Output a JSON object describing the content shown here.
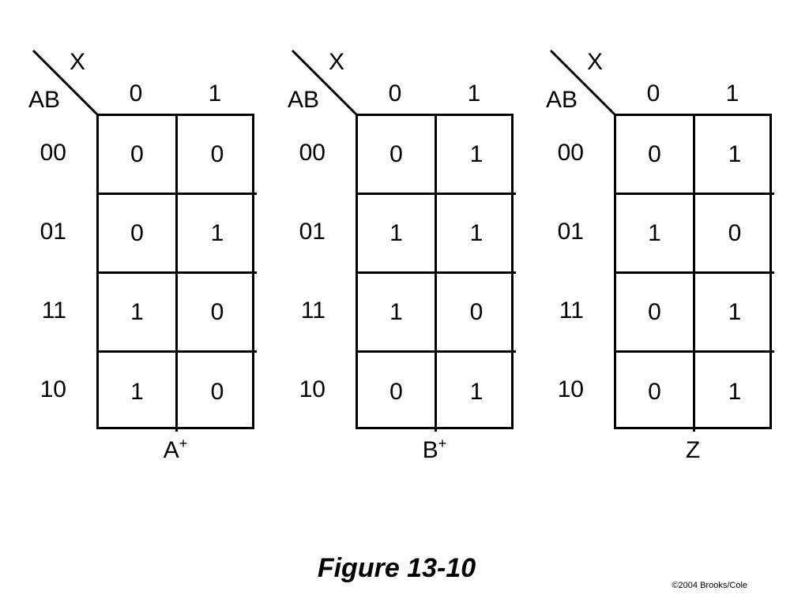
{
  "maps": [
    {
      "col_var": "X",
      "row_var": "AB",
      "col_labels": [
        "0",
        "1"
      ],
      "row_labels": [
        "00",
        "01",
        "11",
        "10"
      ],
      "cells": [
        [
          "0",
          "0"
        ],
        [
          "0",
          "1"
        ],
        [
          "1",
          "0"
        ],
        [
          "1",
          "0"
        ]
      ],
      "output_name": "A",
      "output_sup": "+"
    },
    {
      "col_var": "X",
      "row_var": "AB",
      "col_labels": [
        "0",
        "1"
      ],
      "row_labels": [
        "00",
        "01",
        "11",
        "10"
      ],
      "cells": [
        [
          "0",
          "1"
        ],
        [
          "1",
          "1"
        ],
        [
          "1",
          "0"
        ],
        [
          "0",
          "1"
        ]
      ],
      "output_name": "B",
      "output_sup": "+"
    },
    {
      "col_var": "X",
      "row_var": "AB",
      "col_labels": [
        "0",
        "1"
      ],
      "row_labels": [
        "00",
        "01",
        "11",
        "10"
      ],
      "cells": [
        [
          "0",
          "1"
        ],
        [
          "1",
          "0"
        ],
        [
          "0",
          "1"
        ],
        [
          "0",
          "1"
        ]
      ],
      "output_name": "Z",
      "output_sup": ""
    }
  ],
  "caption": "Figure 13-10",
  "copyright": "©2004 Brooks/Cole"
}
